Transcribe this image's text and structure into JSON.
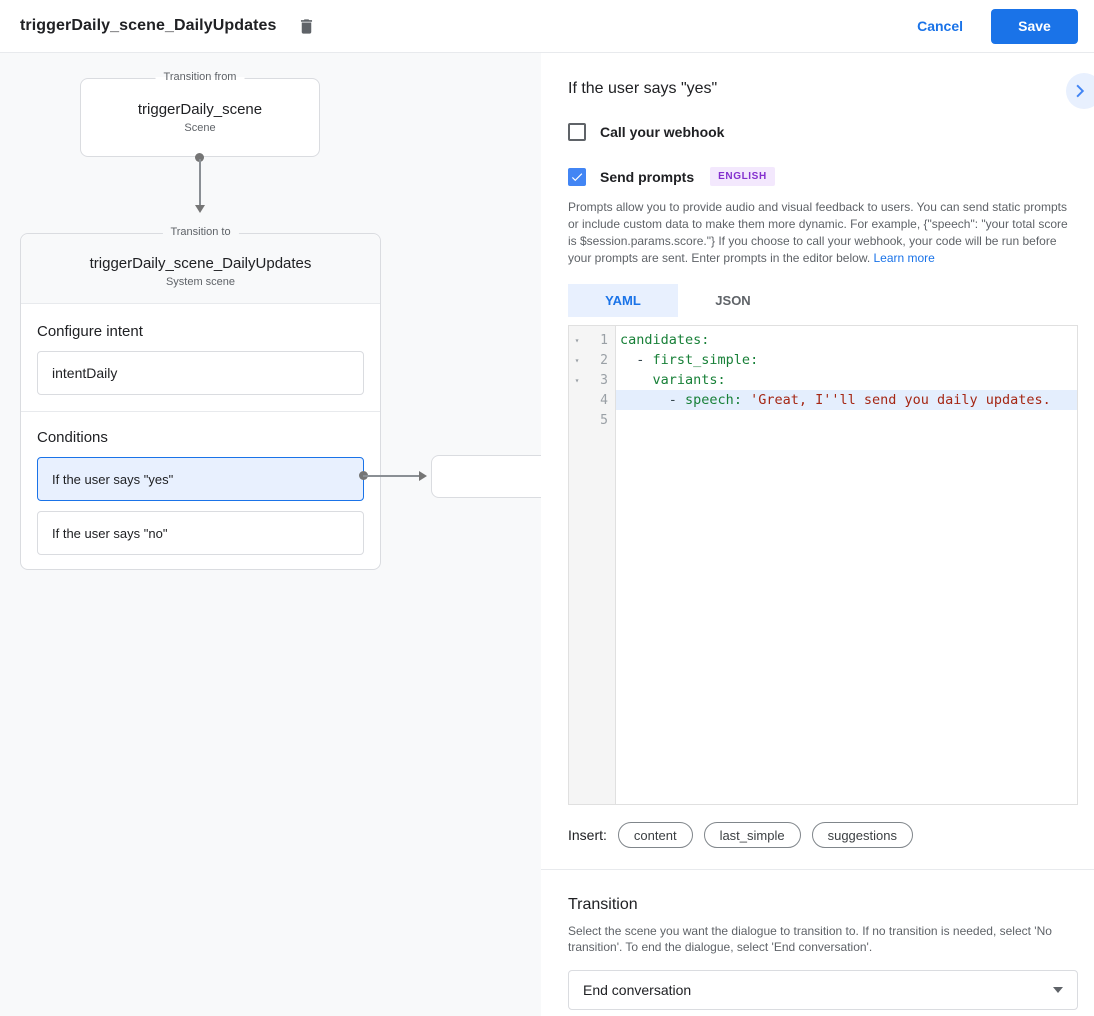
{
  "colors": {
    "accent": "#1a73e8",
    "checkbox_checked": "#4285f4",
    "selection_bg": "#e8f0fe",
    "badge_bg": "#f3e8fd",
    "badge_text": "#8430ce",
    "yaml_key": "#188038",
    "yaml_string": "#a52714"
  },
  "header": {
    "title": "triggerDaily_scene_DailyUpdates",
    "cancel_label": "Cancel",
    "save_label": "Save"
  },
  "diagram": {
    "from_box": {
      "legend": "Transition from",
      "title": "triggerDaily_scene",
      "subtitle": "Scene"
    },
    "to_box": {
      "legend": "Transition to",
      "title": "triggerDaily_scene_DailyUpdates",
      "subtitle": "System scene",
      "configure_intent_label": "Configure intent",
      "intent_value": "intentDaily",
      "conditions_label": "Conditions",
      "conditions": [
        {
          "label": "If the user says \"yes\"",
          "selected": true
        },
        {
          "label": "If the user says \"no\"",
          "selected": false
        }
      ]
    }
  },
  "panel": {
    "title": "If the user says \"yes\"",
    "webhook": {
      "label": "Call your webhook",
      "checked": false
    },
    "prompts": {
      "label": "Send prompts",
      "checked": true,
      "badge": "ENGLISH"
    },
    "description": "Prompts allow you to provide audio and visual feedback to users. You can send static prompts or include custom data to make them more dynamic. For example, {\"speech\": \"your total score is $session.params.score.\"} If you choose to call your webhook, your code will be run before your prompts are sent. Enter prompts in the editor below. ",
    "learn_more": "Learn more",
    "tabs": [
      {
        "label": "YAML",
        "active": true
      },
      {
        "label": "JSON",
        "active": false
      }
    ],
    "editor": {
      "lines": [
        {
          "num": "1",
          "fold": true,
          "highlight": false,
          "parts": [
            {
              "t": "candidates",
              "c": "key"
            },
            {
              "t": ":",
              "c": "key"
            }
          ]
        },
        {
          "num": "2",
          "fold": true,
          "highlight": false,
          "parts": [
            {
              "t": "  - ",
              "c": "plain"
            },
            {
              "t": "first_simple",
              "c": "key"
            },
            {
              "t": ":",
              "c": "key"
            }
          ]
        },
        {
          "num": "3",
          "fold": true,
          "highlight": false,
          "parts": [
            {
              "t": "    ",
              "c": "plain"
            },
            {
              "t": "variants",
              "c": "key"
            },
            {
              "t": ":",
              "c": "key"
            }
          ]
        },
        {
          "num": "4",
          "fold": false,
          "highlight": true,
          "parts": [
            {
              "t": "      - ",
              "c": "plain"
            },
            {
              "t": "speech",
              "c": "key"
            },
            {
              "t": ": ",
              "c": "key"
            },
            {
              "t": "'Great, I''ll send you daily updates.",
              "c": "string"
            }
          ]
        },
        {
          "num": "5",
          "fold": false,
          "highlight": false,
          "parts": []
        }
      ]
    },
    "insert": {
      "label": "Insert:",
      "chips": [
        "content",
        "last_simple",
        "suggestions"
      ]
    },
    "transition": {
      "title": "Transition",
      "description": "Select the scene you want the dialogue to transition to. If no transition is needed, select 'No transition'. To end the dialogue, select 'End conversation'.",
      "select_value": "End conversation"
    }
  }
}
